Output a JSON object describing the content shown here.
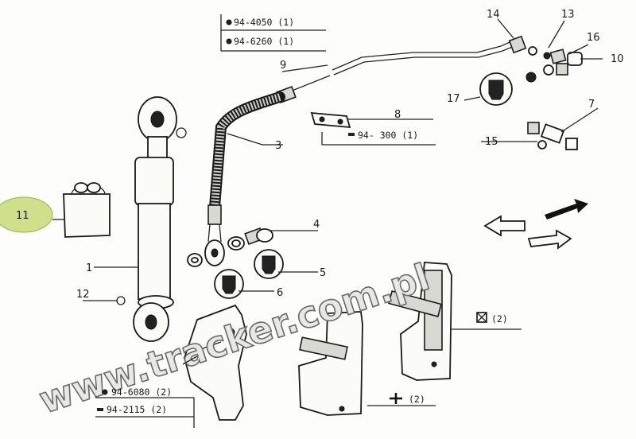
{
  "labels": {
    "p1": "1",
    "p3": "3",
    "p4": "4",
    "p5": "5",
    "p6": "6",
    "p7": "7",
    "p8": "8",
    "p9": "9",
    "p10": "10",
    "p11": "11",
    "p12": "12",
    "p13": "13",
    "p14": "14",
    "p15": "15",
    "p16": "16",
    "p17": "17"
  },
  "references": {
    "ref_4050": "94-4050 (1)",
    "ref_6260": "94-6260 (1)",
    "ref_300": "94- 300 (1)",
    "ref_6080": "94-6080 (2)",
    "ref_2115": "94-2115 (2)",
    "qty_cross": "(2)",
    "qty_box": "(2)"
  },
  "watermark": "www.tracker.com.pl",
  "colors": {
    "highlight": "#cfe08a",
    "line": "#222222"
  }
}
